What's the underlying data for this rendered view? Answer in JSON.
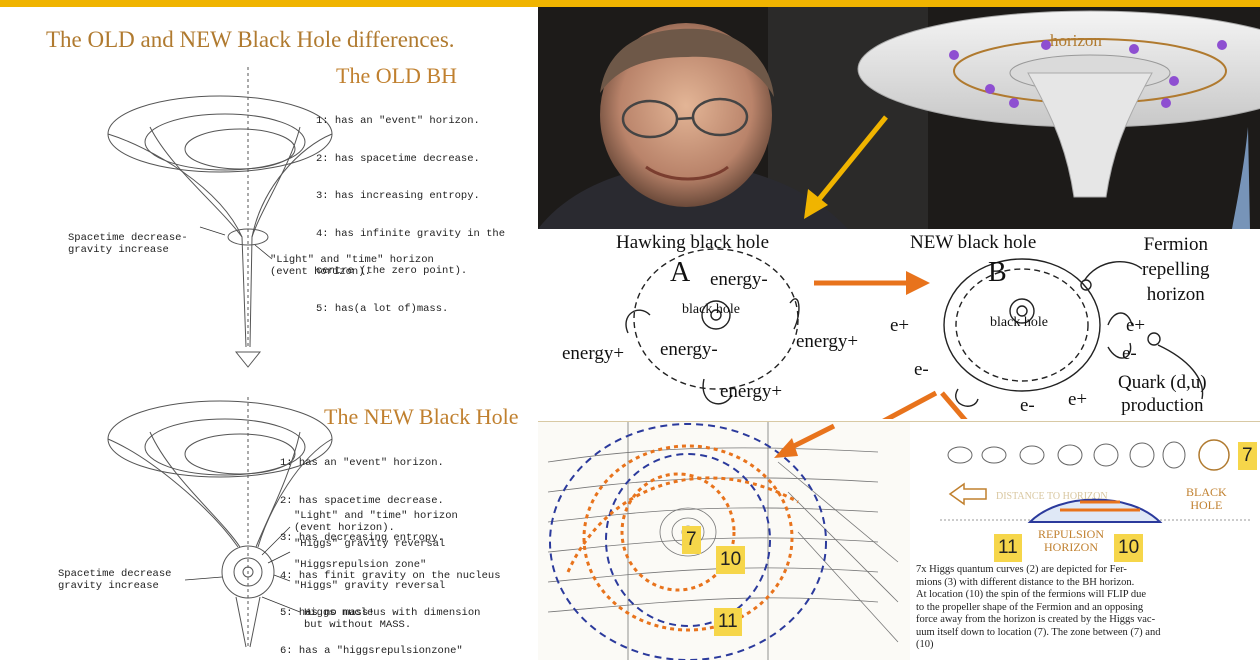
{
  "title": "The OLD and NEW Black Hole differences.",
  "old_bh": {
    "heading": "The OLD BH",
    "properties": [
      "1: has an \"event\" horizon.",
      "2: has spacetime decrease.",
      "3: has increasing entropy.",
      "4: has infinite gravity in the",
      "   centre (the zero point).",
      "5: has(a lot of)mass."
    ],
    "label_spacetime": "Spacetime decrease-\ngravity increase",
    "label_horizon": "\"Light\" and \"time\" horizon\n(event horizon)."
  },
  "new_bh": {
    "heading": "The NEW Black Hole",
    "properties": [
      "1: has an \"event\" horizon.",
      "2: has spacetime decrease.",
      "3: has decreasing entropy.",
      "4: has finit gravity on the nucleus",
      "5: has no mass!",
      "6: has a \"higgsrepulsionzone\""
    ],
    "label_horizon": "\"Light\" and \"time\" horizon\n(event horizon).",
    "label_reversal_top": "\"Higgs\" gravity reversal",
    "label_repulsion": "\"Higgsrepulsion zone\"",
    "label_spacetime": "Spacetime decrease\ngravity increase",
    "label_reversal_bottom": "\"Higgs\" gravity reversal",
    "label_nucleus": "Higgs nucleus with dimension\nbut without MASS."
  },
  "photo": {
    "horizon_label": "horizon"
  },
  "middle": {
    "hawking_title": "Hawking black hole",
    "new_title": "NEW black hole",
    "letter_a": "A",
    "letter_b": "B",
    "fermion_label": "Fermion\nrepelling\nhorizon",
    "energy_minus_top": "energy-",
    "black_hole_a": "black hole",
    "black_hole_b": "black hole",
    "energy_plus_left": "energy+",
    "energy_minus_left": "energy-",
    "energy_plus_right": "energy+",
    "energy_plus_bottom": "energy+",
    "e_plus_1": "e+",
    "e_plus_2": "e+",
    "e_minus_1": "e-",
    "e_minus_2": "e-",
    "e_minus_3": "e-",
    "e_plus_3": "e+",
    "quark_label": "Quark (d,u)\nproduction"
  },
  "bottom_left": {
    "box_7": "7",
    "box_10": "10",
    "box_11": "11"
  },
  "bottom_right": {
    "box_7": "7",
    "distance_label": "DISTANCE TO HORIZON",
    "black_hole_label": "BLACK\nHOLE",
    "repulsion_label": "REPULSION\nHORIZON",
    "box_11": "11",
    "box_10": "10",
    "caption": "7x Higgs quantum curves (2) are depicted for Fer-\nmions (3) with different distance to the BH horizon.\nAt location (10) the spin of the fermions will FLIP due\nto the propeller shape of the Fermion and an opposing\nforce away from the horizon is created by the Higgs vac-\nuum itself down to location (7). The zone between (7) and\n(10)"
  },
  "colors": {
    "accent_gold": "#f0b400",
    "heading_brown": "#c0802f",
    "arrow_orange": "#e8731c",
    "label_yellow": "#f6d64a"
  }
}
